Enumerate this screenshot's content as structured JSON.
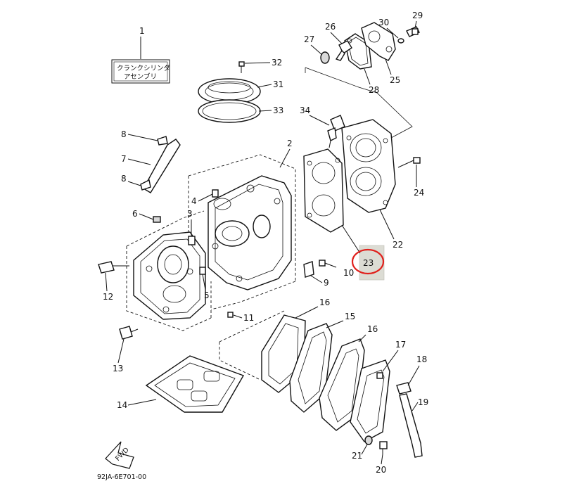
{
  "assembly": {
    "number": "1",
    "label_line1": "クランクシリンダ",
    "label_line2": "アセンブリ"
  },
  "parts": [
    "2",
    "3",
    "4",
    "5",
    "6",
    "7",
    "8",
    "8",
    "9",
    "10",
    "11",
    "12",
    "13",
    "14",
    "15",
    "16",
    "16",
    "17",
    "18",
    "19",
    "20",
    "21",
    "22",
    "23",
    "24",
    "25",
    "26",
    "27",
    "28",
    "29",
    "30",
    "31",
    "32",
    "33",
    "34"
  ],
  "highlight": {
    "part": "23",
    "circle_color": "#e0201c",
    "box_color": "#dcdcd4"
  },
  "fwd_label": "FWD",
  "diagram_code": "92JA-6E701-00"
}
